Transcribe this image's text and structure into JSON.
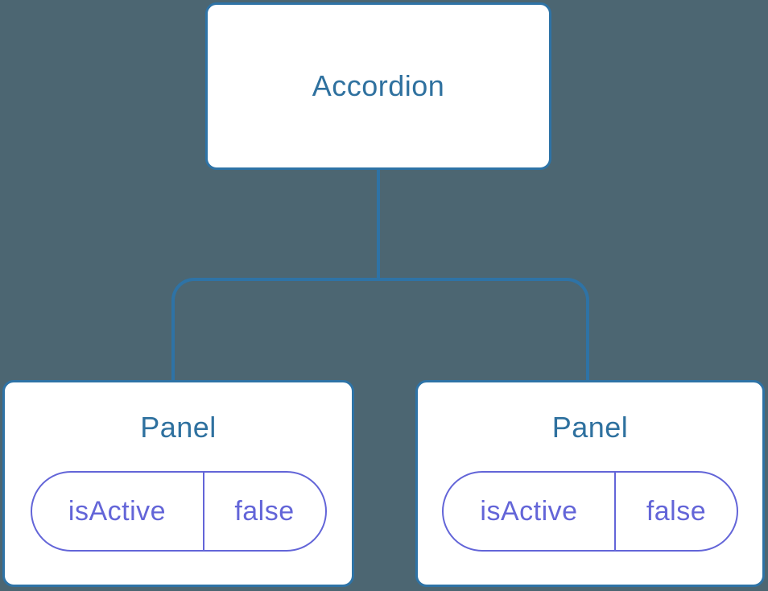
{
  "diagram": {
    "colors": {
      "background": "#4C6672",
      "connector": "#2E73A6",
      "node_border": "#2E73A6",
      "node_fill": "#FFFFFF",
      "node_label": "#2F719F",
      "state": "#6365D8"
    },
    "root": {
      "label": "Accordion"
    },
    "children": [
      {
        "label": "Panel",
        "state": {
          "key": "isActive",
          "value": "false"
        }
      },
      {
        "label": "Panel",
        "state": {
          "key": "isActive",
          "value": "false"
        }
      }
    ]
  }
}
